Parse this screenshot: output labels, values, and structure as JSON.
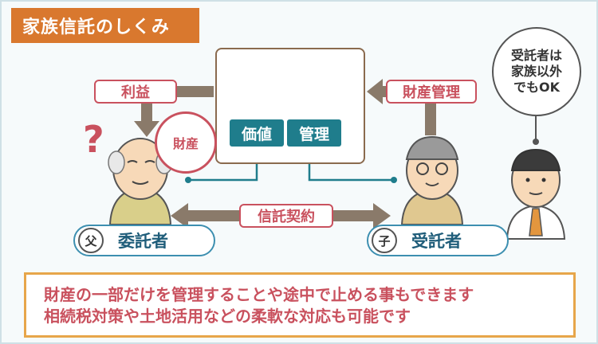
{
  "title": "家族信託のしくみ",
  "labels": {
    "profit": "利益",
    "property_management": "財産管理",
    "property": "財産",
    "value": "価値",
    "management": "管理",
    "trust_contract": "信託契約",
    "question_mark": "?"
  },
  "roles": {
    "settlor": {
      "mark": "父",
      "label": "委託者"
    },
    "trustee": {
      "mark": "子",
      "label": "受託者"
    }
  },
  "speech": [
    "受託者は",
    "家族以外",
    "でもOK"
  ],
  "bottom": [
    "財産の一部だけを管理することや途中で止める事もできます",
    "相続税対策や土地活用などの柔軟な対応も可能です"
  ],
  "colors": {
    "accent_orange": "#d9782e",
    "accent_red": "#c9515e",
    "teal": "#1f7d8c",
    "arrow": "#8a7a6a"
  }
}
